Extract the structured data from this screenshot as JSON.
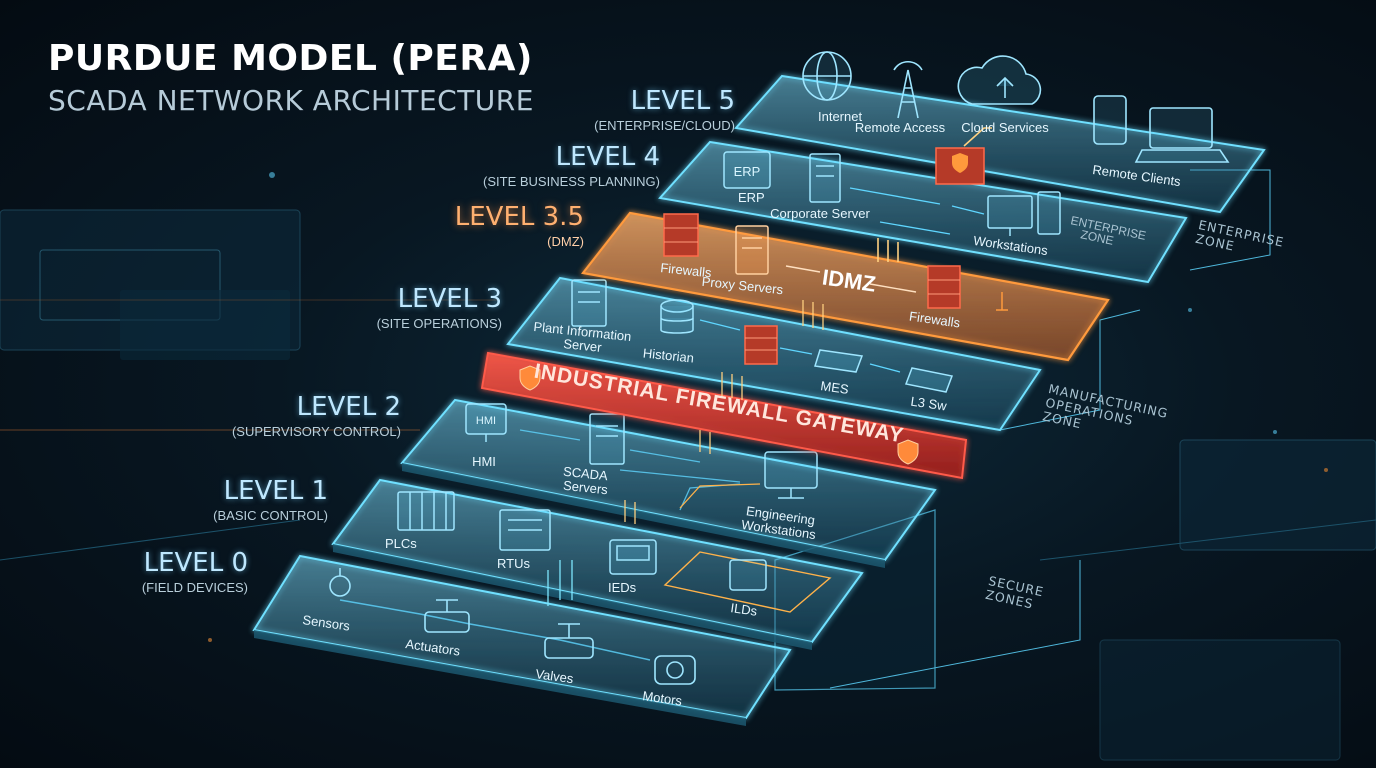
{
  "header": {
    "title": "PURDUE MODEL (PERA)",
    "subtitle": "SCADA NETWORK ARCHITECTURE"
  },
  "levels": [
    {
      "name": "LEVEL 5",
      "sub": "(ENTERPRISE/CLOUD)"
    },
    {
      "name": "LEVEL 4",
      "sub": "(SITE BUSINESS PLANNING)"
    },
    {
      "name": "LEVEL 3.5",
      "sub": "(DMZ)"
    },
    {
      "name": "LEVEL 3",
      "sub": "(SITE OPERATIONS)"
    },
    {
      "name": "LEVEL 2",
      "sub": "(SUPERVISORY CONTROL)"
    },
    {
      "name": "LEVEL 1",
      "sub": "(BASIC CONTROL)"
    },
    {
      "name": "LEVEL 0",
      "sub": "(FIELD DEVICES)"
    }
  ],
  "devices": {
    "l5": {
      "internet": "Internet",
      "remote_access": "Remote Access",
      "cloud": "Cloud Services",
      "remote_clients": "Remote Clients"
    },
    "l4": {
      "erp_icon": "ERP",
      "erp": "ERP",
      "corp_server": "Corporate Server",
      "workstations": "Workstations",
      "zone_line1": "ENTERPRISE",
      "zone_line2": "ZONE"
    },
    "l35": {
      "firewalls_left": "Firewalls",
      "proxy": "Proxy Servers",
      "idmz": "IDMZ",
      "firewalls_right": "Firewalls"
    },
    "l3": {
      "pis_line1": "Plant Information",
      "pis_line2": "Server",
      "historian": "Historian",
      "mes": "MES",
      "l3sw": "L3 Sw"
    },
    "gateway": {
      "label": "INDUSTRIAL FIREWALL GATEWAY"
    },
    "l2": {
      "hmi_icon": "HMI",
      "hmi": "HMI",
      "scada_line1": "SCADA",
      "scada_line2": "Servers",
      "eng_line1": "Engineering",
      "eng_line2": "Workstations"
    },
    "l1": {
      "plcs": "PLCs",
      "rtus": "RTUs",
      "ieds": "IEDs",
      "ilds": "ILDs"
    },
    "l0": {
      "sensors": "Sensors",
      "actuators": "Actuators",
      "valves": "Valves",
      "motors": "Motors"
    }
  },
  "zones": {
    "enterprise": [
      "ENTERPRISE",
      "ZONE"
    ],
    "manufacturing": [
      "MANUFACTURING",
      "OPERATIONS",
      "ZONE"
    ],
    "secure": [
      "SECURE",
      "ZONES"
    ]
  },
  "colors": {
    "accent_cyan": "#5fd6ff",
    "dmz_orange": "#ff9a3c",
    "firewall_red": "#ff3b30",
    "background": "#06121b"
  }
}
